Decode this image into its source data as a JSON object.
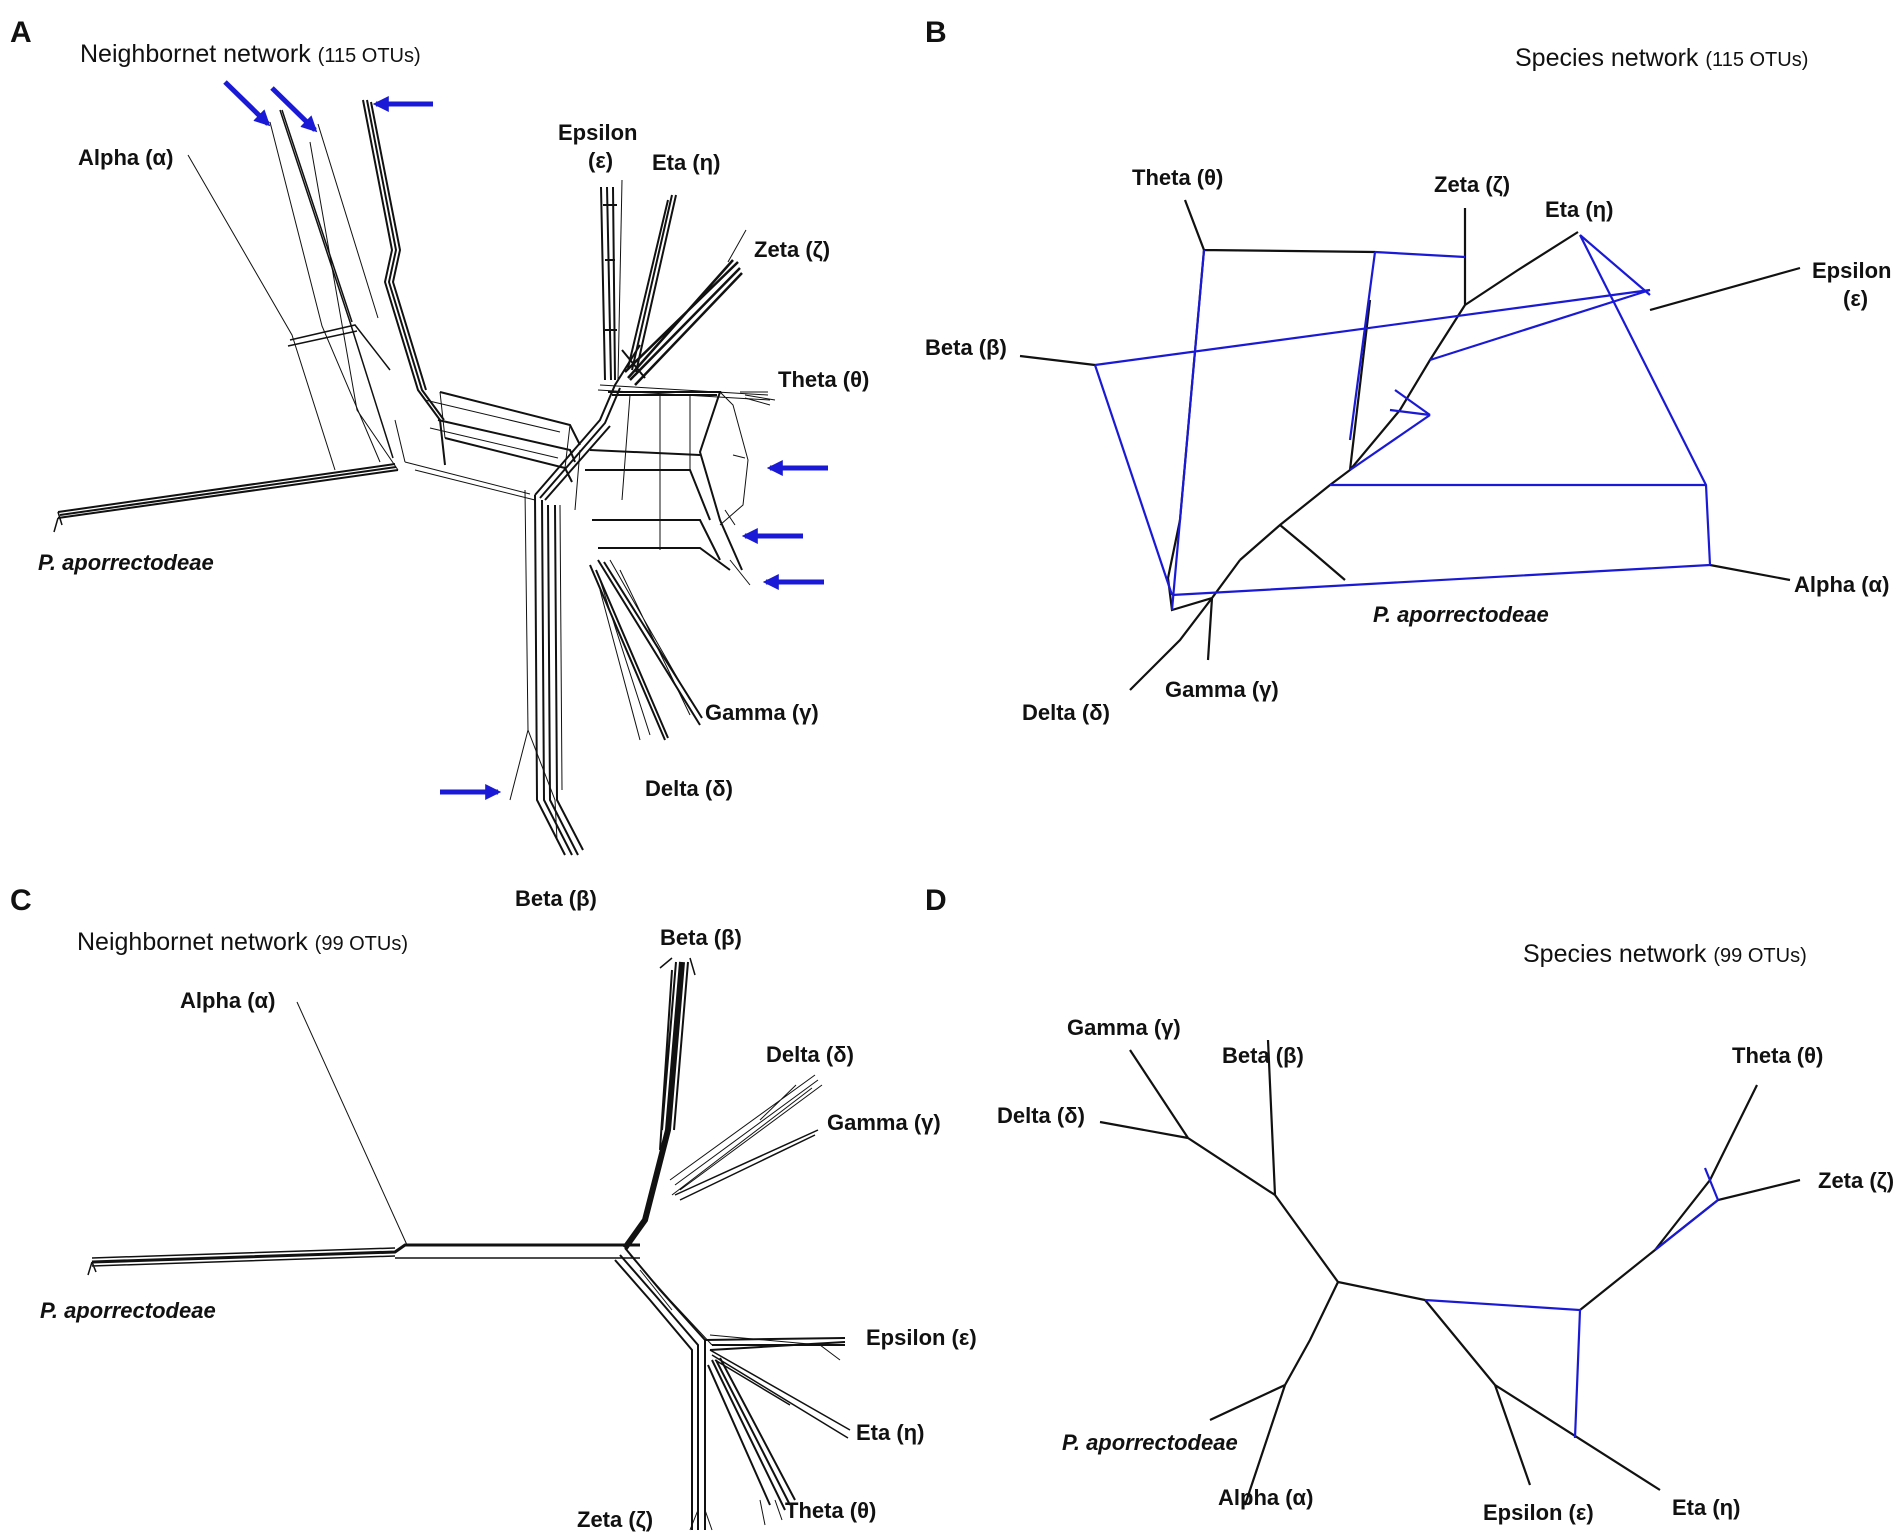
{
  "colors": {
    "ink": "#111111",
    "reticulation": "#1a1ad6",
    "arrow": "#1a1ad6"
  },
  "panels": {
    "A": {
      "letter": "A",
      "title": "Neighbornet network",
      "subtitle": "(115 OTUs)",
      "arrows": 7,
      "labels": {
        "alpha": "Alpha (α)",
        "epsilon_a": "Epsilon",
        "epsilon_b": "(ε)",
        "eta": "Eta (η)",
        "zeta": "Zeta (ζ)",
        "theta": "Theta (θ)",
        "gamma": "Gamma (γ)",
        "delta": "Delta (δ)",
        "beta": "Beta (β)",
        "outgroup": "P. aporrectodeae"
      }
    },
    "B": {
      "letter": "B",
      "title": "Species network",
      "subtitle": "(115 OTUs)",
      "labels": {
        "theta": "Theta (θ)",
        "zeta": "Zeta (ζ)",
        "eta": "Eta (η)",
        "epsilon_a": "Epsilon",
        "epsilon_b": "(ε)",
        "beta": "Beta (β)",
        "alpha": "Alpha (α)",
        "outgroup": "P. aporrectodeae",
        "gamma": "Gamma (γ)",
        "delta": "Delta (δ)"
      }
    },
    "C": {
      "letter": "C",
      "title": "Neighbornet network",
      "subtitle": "(99 OTUs)",
      "labels": {
        "alpha": "Alpha (α)",
        "beta": "Beta (β)",
        "delta": "Delta (δ)",
        "gamma": "Gamma (γ)",
        "outgroup": "P. aporrectodeae",
        "epsilon": "Epsilon (ε)",
        "eta": "Eta (η)",
        "zeta": "Zeta (ζ)",
        "theta": "Theta (θ)"
      }
    },
    "D": {
      "letter": "D",
      "title": "Species network",
      "subtitle": "(99 OTUs)",
      "labels": {
        "gamma": "Gamma (γ)",
        "beta": "Beta (β)",
        "delta": "Delta (δ)",
        "theta": "Theta (θ)",
        "zeta": "Zeta (ζ)",
        "outgroup": "P. aporrectodeae",
        "alpha": "Alpha (α)",
        "epsilon": "Epsilon (ε)",
        "eta": "Eta (η)"
      }
    }
  }
}
